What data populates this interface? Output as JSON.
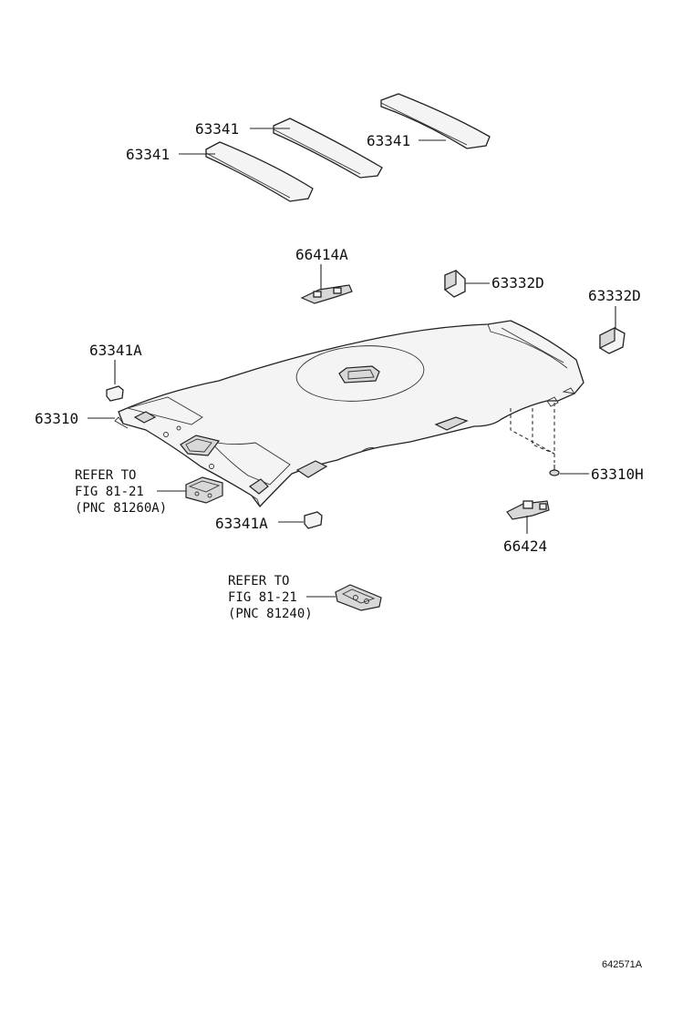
{
  "diagram": {
    "labels": {
      "pad_top_left": "63341",
      "pad_lower_left": "63341",
      "pad_right": "63341",
      "clip_66414a": "66414A",
      "clip_63332d_a": "63332D",
      "clip_63332d_b": "63332D",
      "block_63341a_upper": "63341A",
      "headliner": "63310",
      "screw_63310h": "63310H",
      "block_63341a_lower": "63341A",
      "bracket_66424": "66424"
    },
    "references": {
      "ref1": {
        "line1": "REFER TO",
        "line2": "FIG 81-21",
        "line3": "(PNC 81260A)"
      },
      "ref2": {
        "line1": "REFER TO",
        "line2": "FIG 81-21",
        "line3": "(PNC 81240)"
      }
    },
    "figure_code": "642571A"
  }
}
